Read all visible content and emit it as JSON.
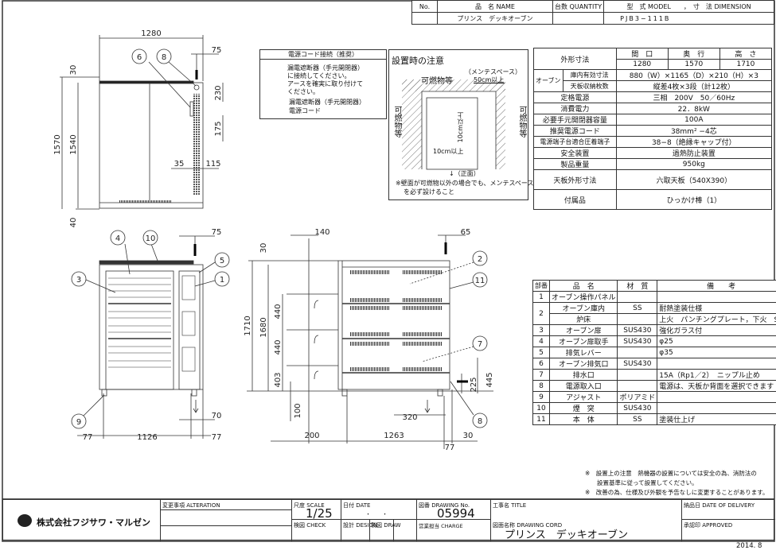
{
  "header": {
    "no_label": "No.",
    "name_label": "品　名 NAME",
    "qty_label": "台数 QUANTITY",
    "model_label": "型　式 MODEL　　，　寸　法 DIMENSION",
    "name": "プリンス　デッキオーブン",
    "model": "PJB3−111B"
  },
  "spec": {
    "outer_label": "外形寸法",
    "cols": [
      "間　口",
      "奥　行",
      "高　さ"
    ],
    "outer_vals": [
      "1280",
      "1570",
      "1710"
    ],
    "oven_label": "オーブン",
    "inner_label": "庫内有効寸法",
    "inner_val": "880（W）×1165（D）×210（H）×3",
    "tray_label": "天板収納枚数",
    "tray_val": "縦差4枚×3段（計12枚）",
    "rows": [
      {
        "k": "定格電源",
        "v": "三相　200V　50／60Hz"
      },
      {
        "k": "消費電力",
        "v": "22．8kW"
      },
      {
        "k": "必要手元開閉器容量",
        "v": "100A"
      },
      {
        "k": "推奨電源コード",
        "v": "38mm² −4芯"
      },
      {
        "k": "電源端子台適合圧着端子",
        "v": "38−8（絶縁キャップ付）"
      },
      {
        "k": "安全装置",
        "v": "過熱防止装置"
      },
      {
        "k": "製品重量",
        "v": "950kg"
      },
      {
        "k": "天板外形寸法",
        "v": "六取天板（540X390）"
      },
      {
        "k": "付属品",
        "v": "ひっかけ棒（1）"
      }
    ]
  },
  "cord": {
    "title": "電源コード接続（推奨）",
    "text1": "漏電遮断器（手元開閉器）",
    "text2": "に接続してください。",
    "text3": "アースを確実に取り付けて",
    "text4": "ください。",
    "label_breaker": "漏電遮断器（手元開閉器）",
    "label_cord": "電源コード"
  },
  "install": {
    "title": "設置時の注意",
    "maint": "（メンテスペース）",
    "top_combustible": "可燃物等",
    "top_dist": "50cm以上",
    "side_combustible": "可燃物等",
    "side_dist": "10cm以上",
    "left_dist": "10cm以上",
    "front": "↓（正面）",
    "note1": "※壁面が可燃物以外の場合でも、メンテスペース",
    "note2": "を必ず設けること"
  },
  "parts": {
    "headers": [
      "部番",
      "品　名",
      "材　質",
      "備　　考"
    ],
    "rows": [
      [
        "1",
        "オーブン操作パネル",
        "",
        ""
      ],
      [
        "2",
        "オーブン庫内",
        "SS",
        "耐熱塗装仕様"
      ],
      [
        "",
        "炉床",
        "",
        "上火　パンチングプレート，下火　SS"
      ],
      [
        "3",
        "オーブン扉",
        "SUS430",
        "強化ガラス付"
      ],
      [
        "4",
        "オーブン扉取手",
        "SUS430",
        "φ25"
      ],
      [
        "5",
        "排気レバー",
        "",
        "φ35"
      ],
      [
        "6",
        "オーブン排気口",
        "SUS430",
        ""
      ],
      [
        "7",
        "排水口",
        "",
        "15A（Rp1／2）　ニップル止め"
      ],
      [
        "8",
        "電源取入口",
        "",
        "電源は、天板か背面を選択できます"
      ],
      [
        "9",
        "アジャスト",
        "ポリアミド",
        ""
      ],
      [
        "10",
        "煙　突",
        "SUS430",
        ""
      ],
      [
        "11",
        "本　体",
        "SS",
        "塗装仕上げ"
      ]
    ]
  },
  "notes": [
    "※　設置上の注意　熱機器の設置については安全の為、消防法の",
    "　　設置基準に従って設置してください。",
    "※　改善の為、仕様及び外観を予告なしに変更することがあります。"
  ],
  "title_block": {
    "company": "株式会社フジサワ・マルゼン",
    "alteration": "変更事項 ALTERATION",
    "scale_label": "尺度 SCALE",
    "scale": "1/25",
    "date_label": "日付 DATE",
    "date": "・　　・",
    "drawing_no_label": "図番 DRAWING No.",
    "drawing_no": "05994",
    "title_label": "工事名 TITLE",
    "delivery_label": "納品日 DATE OF DELIVERY",
    "check_label": "検図 CHECK",
    "design_label": "設計 DESIGN",
    "draw_label": "製図 DRAW",
    "charge_label": "営業担当 CHARGE",
    "drawing_name_label": "図面名称 DRAWING CORD",
    "drawing_name": "プリンス　デッキオーブン",
    "approved_label": "承認印 APPROVED"
  },
  "issue_date": "2014. 8",
  "dims": {
    "plan": {
      "w": "1280",
      "d1": "1570",
      "d2": "1540",
      "top": "30",
      "bottom": "40",
      "r75": "75",
      "r230": "230",
      "r175": "175",
      "r35": "35",
      "r115": "115"
    },
    "front": {
      "top75": "75",
      "b70": "70",
      "l77": "77",
      "w1126": "1126",
      "r77": "77"
    },
    "side": {
      "h1710": "1710",
      "h1680": "1680",
      "s1": "440",
      "s2": "440",
      "s3": "403",
      "top30": "30",
      "t140": "140",
      "t65": "65",
      "b100": "100",
      "b200": "200",
      "b1263": "1263",
      "b30": "30",
      "b77": "77",
      "b320": "320",
      "r225": "225",
      "r445": "445"
    }
  },
  "balloons": {
    "plan": [
      "6",
      "8"
    ],
    "front": [
      "4",
      "10",
      "3",
      "5",
      "1",
      "9"
    ],
    "side": [
      "2",
      "11",
      "7",
      "8"
    ]
  }
}
